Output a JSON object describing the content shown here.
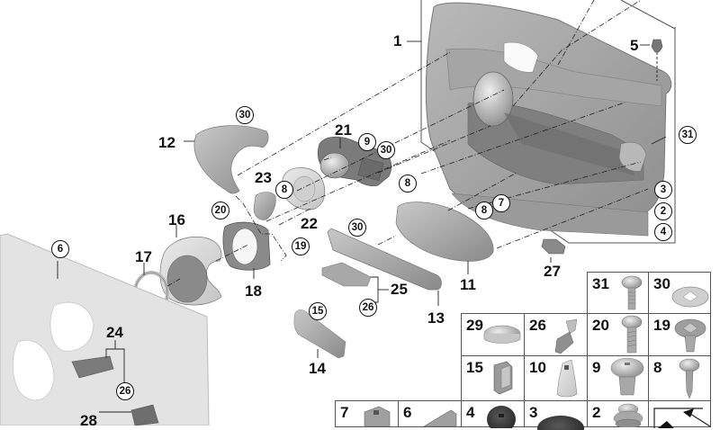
{
  "diagram": {
    "title": "Door trim panel exploded parts diagram",
    "callouts": [
      {
        "id": "1",
        "style": "plain"
      },
      {
        "id": "5",
        "style": "plain"
      },
      {
        "id": "31",
        "style": "circled"
      },
      {
        "id": "3",
        "style": "circled"
      },
      {
        "id": "2",
        "style": "circled"
      },
      {
        "id": "4",
        "style": "circled"
      },
      {
        "id": "27",
        "style": "plain"
      },
      {
        "id": "12",
        "style": "plain"
      },
      {
        "id": "30",
        "style": "circled"
      },
      {
        "id": "21",
        "style": "plain"
      },
      {
        "id": "9",
        "style": "circled"
      },
      {
        "id": "30",
        "style": "circled"
      },
      {
        "id": "8",
        "style": "circled"
      },
      {
        "id": "23",
        "style": "plain"
      },
      {
        "id": "8",
        "style": "circled"
      },
      {
        "id": "22",
        "style": "plain"
      },
      {
        "id": "20",
        "style": "circled"
      },
      {
        "id": "19",
        "style": "circled"
      },
      {
        "id": "16",
        "style": "plain"
      },
      {
        "id": "17",
        "style": "plain"
      },
      {
        "id": "18",
        "style": "plain"
      },
      {
        "id": "8",
        "style": "circled"
      },
      {
        "id": "7",
        "style": "circled"
      },
      {
        "id": "11",
        "style": "plain"
      },
      {
        "id": "30",
        "style": "circled"
      },
      {
        "id": "25",
        "style": "plain"
      },
      {
        "id": "26",
        "style": "circled"
      },
      {
        "id": "13",
        "style": "plain"
      },
      {
        "id": "15",
        "style": "circled"
      },
      {
        "id": "14",
        "style": "plain"
      },
      {
        "id": "6",
        "style": "circled"
      },
      {
        "id": "24",
        "style": "plain"
      },
      {
        "id": "26",
        "style": "circled"
      },
      {
        "id": "28",
        "style": "plain"
      }
    ],
    "fastener_table": {
      "rows": [
        [
          "31",
          "30"
        ],
        [
          "29",
          "26",
          "20",
          "19"
        ],
        [
          "15",
          "10",
          "9",
          "8"
        ],
        [
          "7",
          "6",
          "4",
          "3",
          "2",
          ""
        ]
      ],
      "items": {
        "31": "screw-icon",
        "30": "speed-nut-icon",
        "29": "cap-icon",
        "26": "clip-icon",
        "20": "screw-icon",
        "19": "expanding-rivet-icon",
        "15": "clip-icon",
        "10": "plug-icon",
        "9": "expanding-rivet-icon",
        "8": "tapping-screw-icon",
        "7": "nut-icon",
        "6": "clip-icon",
        "4": "grommet-icon",
        "3": "grommet-icon",
        "2": "grommet-icon"
      }
    }
  }
}
